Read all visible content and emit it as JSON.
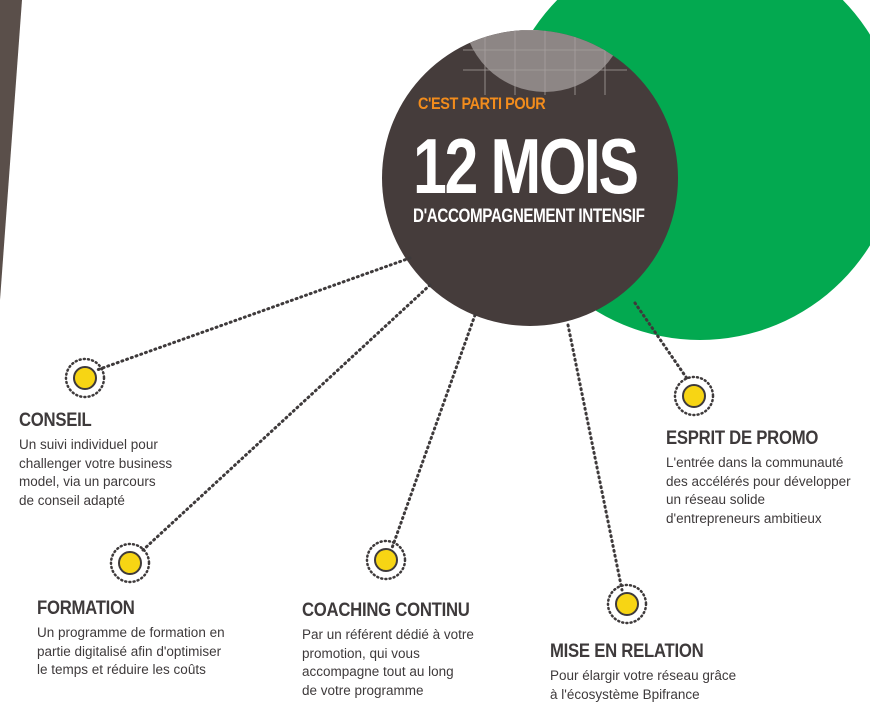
{
  "hub": {
    "kicker": "C'EST PARTI POUR",
    "title": "12 MOIS",
    "subtitle": "D'ACCOMPAGNEMENT INTENSIF"
  },
  "colors": {
    "hub_circle": "#453c3b",
    "green": "#03a950",
    "accent_orange": "#f28c1c",
    "node_yellow": "#f7d514",
    "text": "#3e3a3b"
  },
  "items": [
    {
      "title": "CONSEIL",
      "description": [
        "Un suivi individuel pour",
        "challenger votre business",
        "model, via un parcours",
        "de conseil adapté"
      ]
    },
    {
      "title": "FORMATION",
      "description": [
        "Un programme de formation en",
        "partie digitalisé afin d'optimiser",
        "le temps et réduire les coûts"
      ]
    },
    {
      "title": "COACHING CONTINU",
      "description": [
        "Par un référent dédié à votre",
        "promotion, qui vous",
        "accompagne tout au long",
        "de votre programme"
      ]
    },
    {
      "title": "MISE EN RELATION",
      "description": [
        "Pour élargir votre réseau grâce",
        "à l'écosystème Bpifrance"
      ]
    },
    {
      "title": "ESPRIT DE PROMO",
      "description": [
        "L'entrée dans la communauté",
        "des accélérés pour développer",
        "un réseau solide",
        "d'entrepreneurs ambitieux"
      ]
    }
  ]
}
